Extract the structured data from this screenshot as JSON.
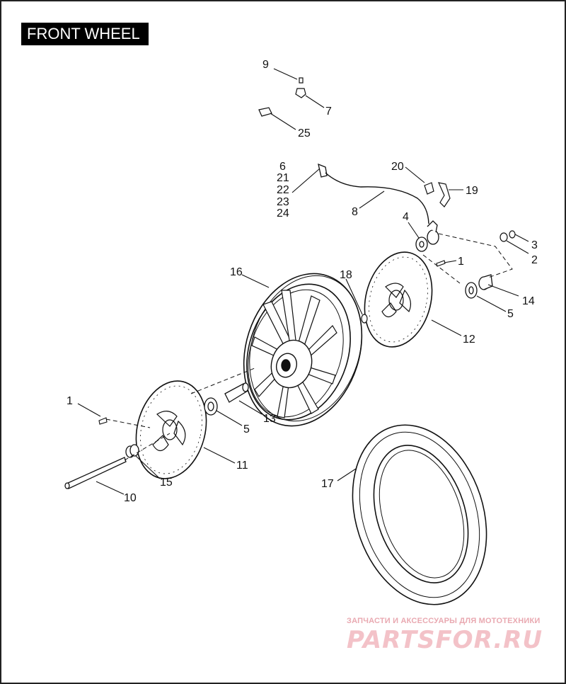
{
  "title": "FRONT WHEEL",
  "watermark": {
    "line1": "ЗАПЧАСТИ И АКСЕССУАРЫ ДЛЯ МОТОТЕХНИКИ",
    "line2": "PARTSFOR.RU"
  },
  "callouts": {
    "n1a": "1",
    "n1b": "1",
    "n2": "2",
    "n3": "3",
    "n4": "4",
    "n5a": "5",
    "n5b": "5",
    "n6": "6",
    "n21": "21",
    "n22": "22",
    "n23": "23",
    "n24": "24",
    "n7": "7",
    "n8": "8",
    "n9": "9",
    "n10": "10",
    "n11": "11",
    "n12": "12",
    "n13": "13",
    "n14": "14",
    "n15": "15",
    "n16": "16",
    "n17": "17",
    "n18": "18",
    "n19": "19",
    "n20": "20",
    "n25": "25"
  }
}
